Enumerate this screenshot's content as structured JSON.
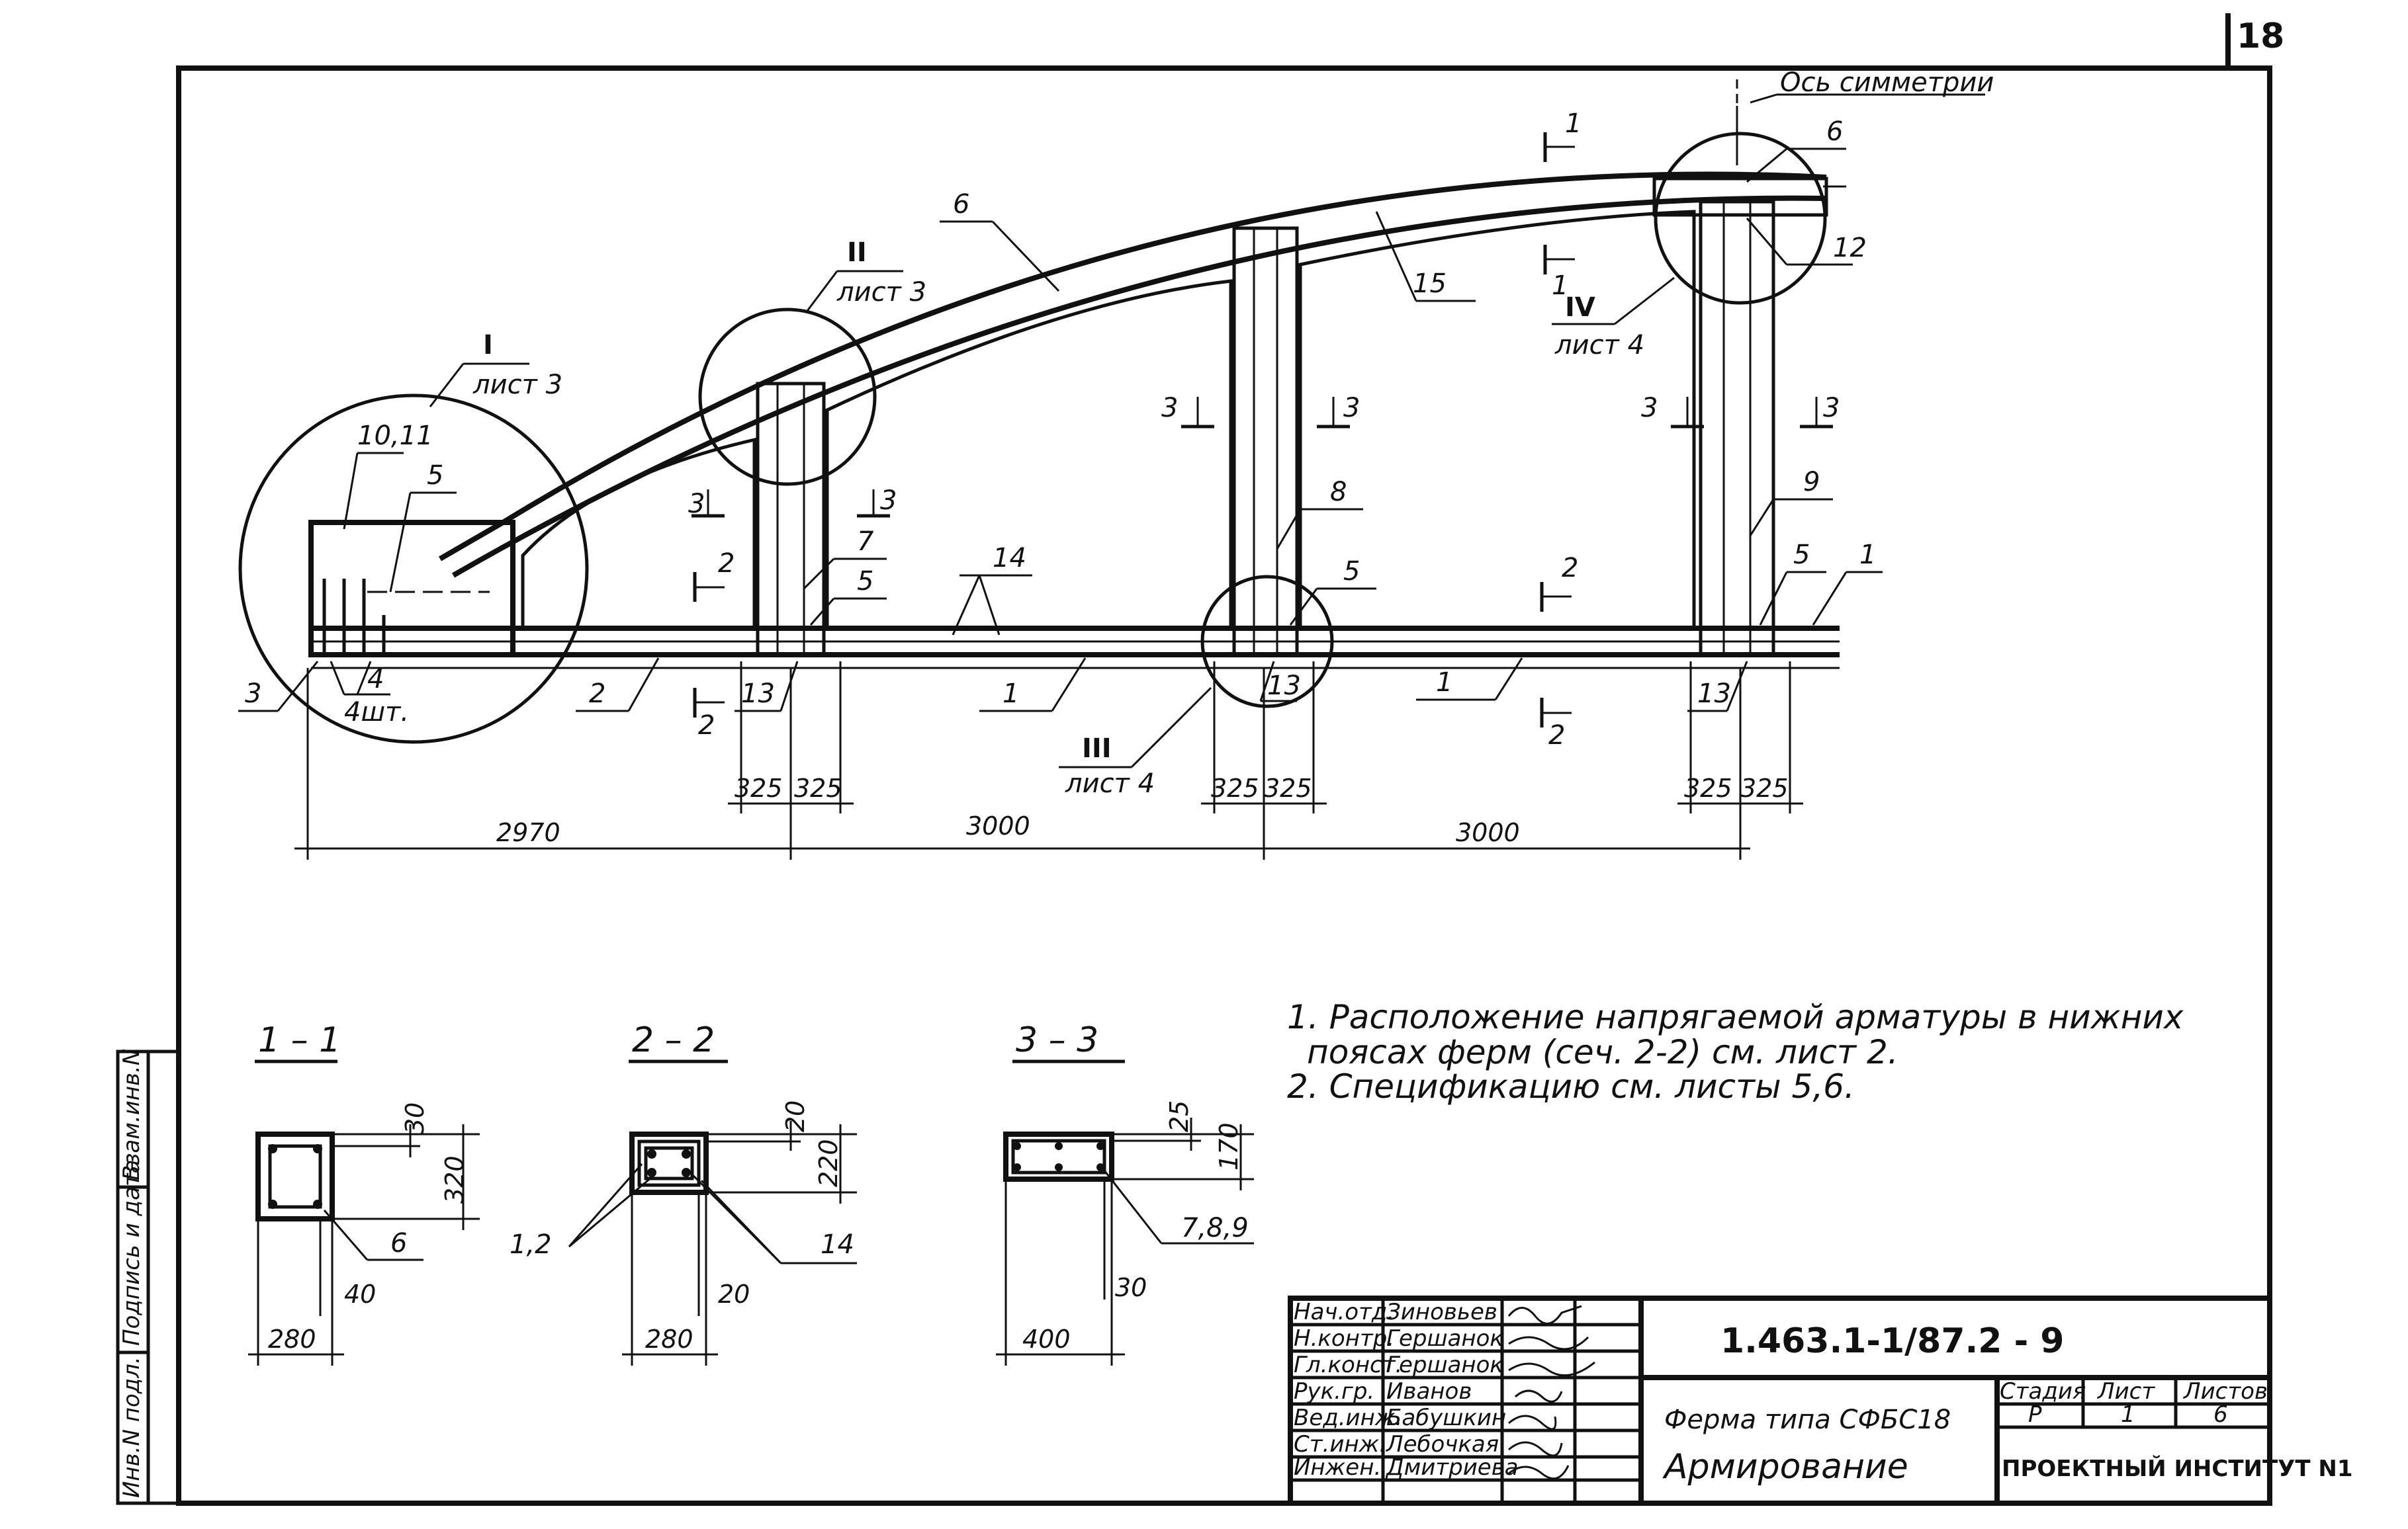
{
  "page_number": "18",
  "symmetry_label": "Ось симметрии",
  "callouts": {
    "c6_top": "6",
    "c12": "12",
    "c15": "15",
    "c6_upper": "6",
    "c9": "9",
    "c8": "8",
    "c7": "7",
    "c5_a": "5",
    "c5_b": "5",
    "c5_c": "5",
    "c5_d": "5",
    "c14": "14",
    "c1_a": "1",
    "c1_b": "1",
    "c1_c": "1",
    "c2": "2",
    "c3": "3",
    "c4": "4",
    "c4_qty": "4шт.",
    "c10_11": "10,11",
    "c13_a": "13",
    "c13_b": "13",
    "c13_c": "13"
  },
  "details": {
    "d1": {
      "num": "I",
      "sheet": "лист 3"
    },
    "d2": {
      "num": "II",
      "sheet": "лист 3"
    },
    "d3": {
      "num": "III",
      "sheet": "лист 4"
    },
    "d4": {
      "num": "IV",
      "sheet": "лист 4"
    }
  },
  "cut_marks": {
    "s1": "1",
    "s2": "2",
    "s3": "3"
  },
  "dimensions": {
    "d325": "325",
    "d2970": "2970",
    "d3000": "3000"
  },
  "sections": {
    "s11": {
      "title": "1 – 1",
      "w": "280",
      "h": "320",
      "cover_top": "30",
      "cover_side": "40",
      "rebar": "6"
    },
    "s22": {
      "title": "2 – 2",
      "w": "280",
      "h": "220",
      "cover_top": "20",
      "cover_side": "20",
      "rebar_left": "1,2",
      "rebar_right": "14"
    },
    "s33": {
      "title": "3 – 3",
      "w": "400",
      "h": "170",
      "cover_top": "25",
      "cover_side": "30",
      "rebar": "7,8,9"
    }
  },
  "notes": [
    "1. Расположение напрягаемой арматуры в нижних",
    "поясах ферм (сеч. 2-2) см. лист 2.",
    "2. Спецификацию см. листы 5,6."
  ],
  "side_stamp": [
    "Инв.N подл.",
    "Подпись и дата",
    "Взам.инв.N"
  ],
  "title_block": {
    "code": "1.463.1-1/87.2 - 9",
    "roles": [
      "Нач.отд.",
      "Н.контр.",
      "Гл.конст.",
      "Рук.гр.",
      "Вед.инж.",
      "Ст.инж.",
      "Инжен."
    ],
    "names": [
      "Зиновьев",
      "Гершанок",
      "Гершанок",
      "Иванов",
      "Бабушкин",
      "Лебочкая",
      "Дмитриева"
    ],
    "title1": "Ферма типа СФБС18",
    "title2": "Армирование",
    "stage_label": "Стадия",
    "sheet_label": "Лист",
    "sheets_label": "Листов",
    "stage": "Р",
    "sheet": "1",
    "sheets": "6",
    "org": "ПРОЕКТНЫЙ ИНСТИТУТ N1"
  }
}
